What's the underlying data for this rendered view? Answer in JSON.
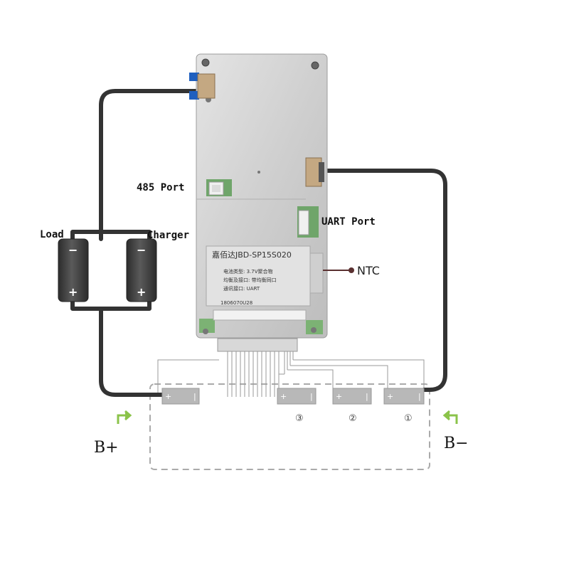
{
  "labels": {
    "port_485": "485 Port",
    "port_uart": "UART Port",
    "load": "Load",
    "charger": "Charger",
    "ntc": "NTC",
    "b_plus": "B+",
    "b_minus": "B−"
  },
  "sticker": {
    "title": "嘉佰达JBD-SP15S020",
    "line1": "电池类型: 3.7V聚合物",
    "line2": "均衡及接口: 带均衡同口",
    "line3": "通讯接口: UART",
    "serial": "1806070U28"
  },
  "cells": [
    {
      "number": "③",
      "plus": "+",
      "minus": "|"
    },
    {
      "number": "②",
      "plus": "+",
      "minus": "|"
    },
    {
      "number": "①",
      "plus": "+",
      "minus": "|"
    }
  ],
  "first_cell": {
    "plus": "+",
    "minus": "|"
  },
  "batteries": [
    {
      "name": "load",
      "minus": "−",
      "plus": "+"
    },
    {
      "name": "charger",
      "minus": "−",
      "plus": "+"
    }
  ],
  "colors": {
    "board": "#d2d2d2",
    "wire": "#333333",
    "battery": "#3a3a3a",
    "cell": "#b8b8b8",
    "arrow": "#8bc34a",
    "pack_outline": "#aaaaaa"
  }
}
